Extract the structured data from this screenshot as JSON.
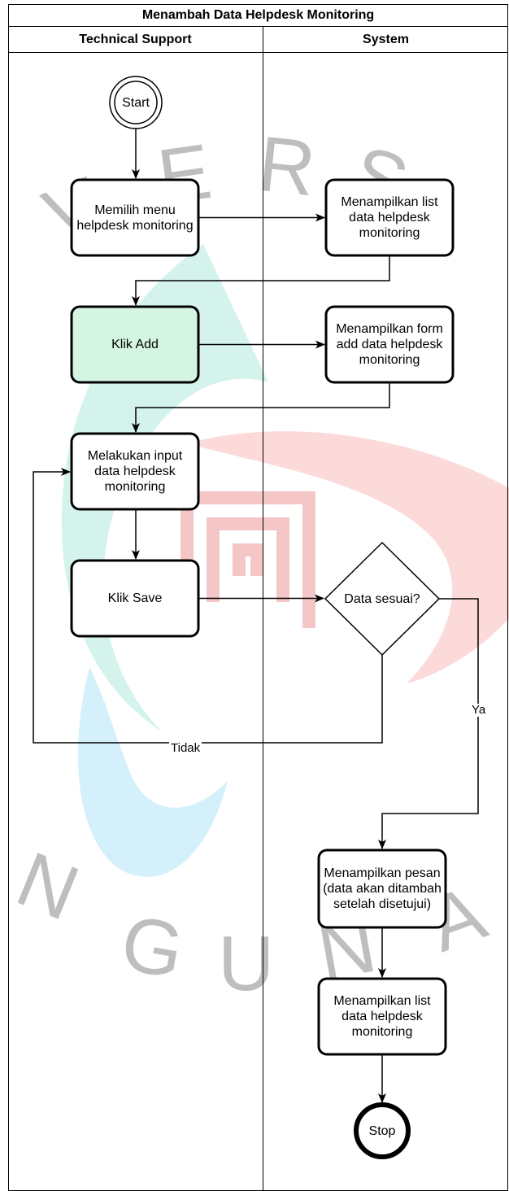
{
  "title": "Menambah Data Helpdesk Monitoring",
  "lanes": [
    "Technical Support",
    "System"
  ],
  "nodes": {
    "start": "Start",
    "pilih_menu": "Memilih menu helpdesk monitoring",
    "tampil_list_1": "Menampilkan list data helpdesk monitoring",
    "klik_add": "Klik Add",
    "tampil_form": "Menampilkan form add data helpdesk monitoring",
    "input_data": "Melakukan input data helpdesk monitoring",
    "klik_save": "Klik Save",
    "decision": "Data sesuai?",
    "tampil_pesan": "Menampilkan pesan (data akan ditambah setelah disetujui)",
    "tampil_list_2": "Menampilkan list data helpdesk monitoring",
    "stop": "Stop"
  },
  "edges": {
    "yes": "Ya",
    "no": "Tidak"
  },
  "colors": {
    "klik_add_fill": "#d5f5e3",
    "line": "#000000"
  },
  "watermark": {
    "letters": [
      "V",
      "E",
      "R",
      "S",
      "N",
      "G",
      "U",
      "N",
      "A"
    ]
  }
}
